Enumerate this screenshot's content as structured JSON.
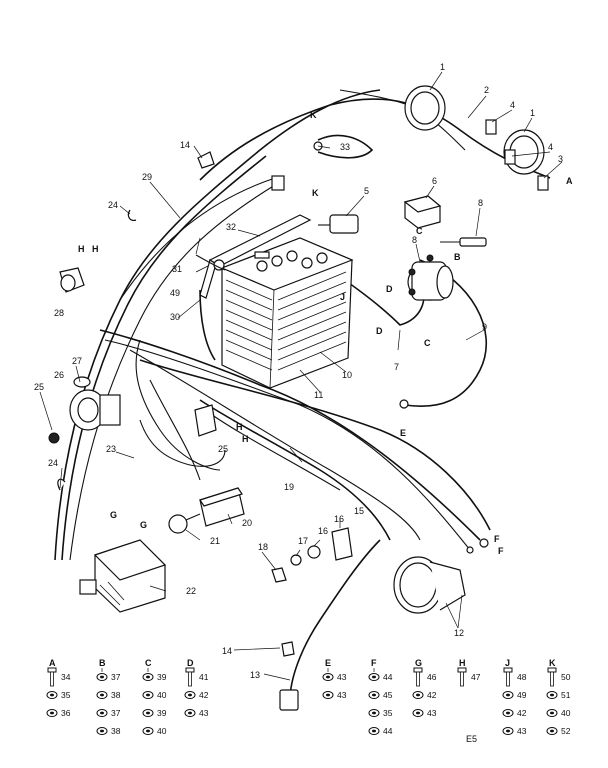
{
  "diagram": {
    "plate_code": "E5",
    "callouts": {
      "c1a": "1",
      "c1b": "1",
      "c2": "2",
      "c3": "3",
      "c4a": "4",
      "c4b": "4",
      "c5": "5",
      "c6": "6",
      "c7": "7",
      "c8": "8",
      "c9": "9",
      "c10": "10",
      "c11": "11",
      "c12": "12",
      "c13": "13",
      "c14a": "14",
      "c14b": "14",
      "c15": "15",
      "c16": "16",
      "c17": "17",
      "c18": "18",
      "c19": "19",
      "c20": "20",
      "c21": "21",
      "c22": "22",
      "c23": "23",
      "c24a": "24",
      "c24b": "24",
      "c25a": "25",
      "c25b": "25",
      "c26": "26",
      "c27": "27",
      "c28": "28",
      "c29": "29",
      "c30": "30",
      "c31": "31",
      "c32": "32",
      "c33": "33",
      "c49": "49"
    },
    "letters": {
      "la1": "A",
      "lk1": "K",
      "lk2": "K",
      "lc1": "C",
      "lc2": "C",
      "ld1": "D",
      "ld2": "D",
      "lb1": "B",
      "lj1": "J",
      "le1": "E",
      "lh1": "H",
      "lh2": "H",
      "lh3": "H",
      "lh4": "H",
      "lf1": "F",
      "lf2": "F",
      "lg1": "G",
      "lg2": "G"
    },
    "hardware": [
      {
        "letter": "A",
        "items": [
          "34",
          "35",
          "36"
        ]
      },
      {
        "letter": "B",
        "items": [
          "37",
          "38",
          "37",
          "38"
        ]
      },
      {
        "letter": "C",
        "items": [
          "39",
          "40",
          "39",
          "40"
        ]
      },
      {
        "letter": "D",
        "items": [
          "41",
          "42",
          "43"
        ]
      },
      {
        "letter": "E",
        "items": [
          "43",
          "43"
        ]
      },
      {
        "letter": "F",
        "items": [
          "44",
          "45",
          "35",
          "44"
        ]
      },
      {
        "letter": "G",
        "items": [
          "46",
          "42",
          "43"
        ]
      },
      {
        "letter": "H",
        "items": [
          "47"
        ]
      },
      {
        "letter": "J",
        "items": [
          "48",
          "49",
          "42",
          "43"
        ]
      },
      {
        "letter": "K",
        "items": [
          "50",
          "51",
          "40",
          "52"
        ]
      }
    ]
  }
}
